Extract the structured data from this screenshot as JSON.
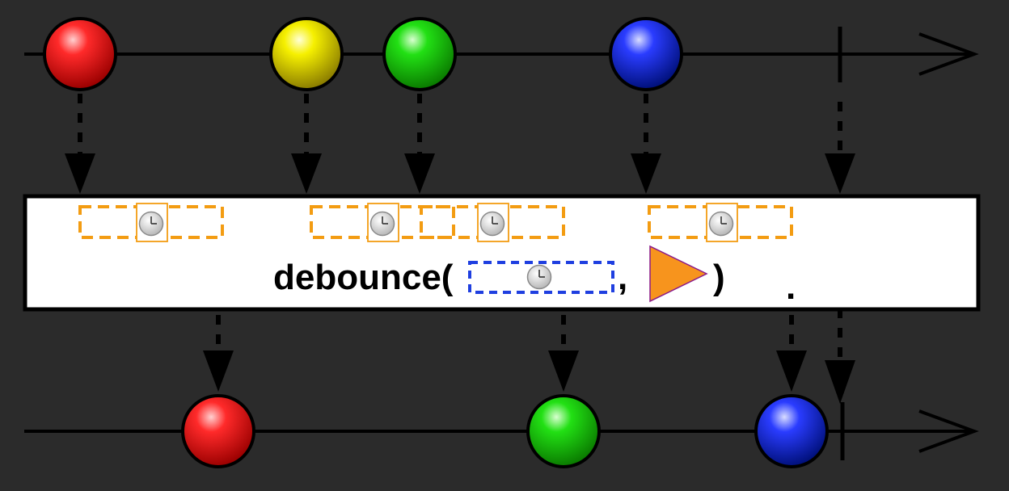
{
  "operator": {
    "name": "debounce(",
    "separator": ",",
    "close": ")",
    "trailing_mark": ".",
    "time_icon": "clock-icon",
    "selector_icon": "orange-triangle-icon"
  },
  "colors": {
    "background": "#2b2b2b",
    "line": "#000000",
    "box": "#ffffff",
    "timer": "#f39c12",
    "time_arg": "#1f3fe0",
    "triangle": "#f7941d"
  },
  "input_stream": {
    "items": [
      {
        "color": "red"
      },
      {
        "color": "yellow"
      },
      {
        "color": "green"
      },
      {
        "color": "blue"
      }
    ],
    "completed": true
  },
  "output_stream": {
    "items": [
      {
        "color": "red"
      },
      {
        "color": "green"
      },
      {
        "color": "blue"
      }
    ],
    "completed": true
  }
}
